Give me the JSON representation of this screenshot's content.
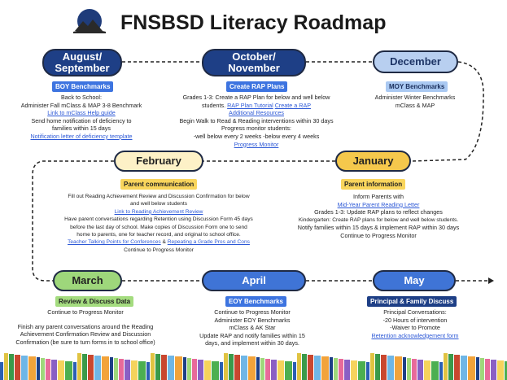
{
  "header": {
    "title": "FNSBSD Literacy Roadmap"
  },
  "row1": {
    "aug": {
      "label_line1": "August/",
      "label_line2": "September",
      "tag": "BOY Benchmarks",
      "lines": [
        {
          "t": "Back to School:"
        },
        {
          "t": "Administer Fall mClass & MAP 3-8 Benchmark"
        },
        {
          "t": "Link to mClass Help guide",
          "link": true
        },
        {
          "t": "Send home notification of deficiency to"
        },
        {
          "t": "families within 15 days"
        },
        {
          "t": "Notification letter of deficiency template",
          "link": true
        }
      ]
    },
    "oct": {
      "label_line1": "October/",
      "label_line2": "November",
      "tag": "Create RAP Plans",
      "l1": "Grades 1-3: Create a RAP Plan for below and well below",
      "l2_text": "students.",
      "l2_link1": "RAP Plan Tutorial",
      "l2_link2": "Create a RAP",
      "l3_link": "Additional Resources",
      "l4": "Begin Walk to Read & Reading interventions within 30 days",
      "l5": "Progress monitor students:",
      "l6": "-well below every 2 weeks -below every 4 weeks",
      "l7_link": "Progress Monitor"
    },
    "dec": {
      "label": "December",
      "tag": "MOY Benchmarks",
      "lines": [
        {
          "t": "Administer Winter Benchmarks"
        },
        {
          "t": "mClass & MAP"
        }
      ]
    }
  },
  "row2": {
    "feb": {
      "label": "February",
      "tag": "Parent communication",
      "l1": "Fill out Reading Achievement Review and Discussion Confirmation for below",
      "l2": "and well below students",
      "l3_link": "Link to Reading Achievement Review",
      "l4": "Have parent conversations regarding Retention using Discussion Form 45 days",
      "l5": "before the last day of school. Make copies of Discussion Form one to send",
      "l6": "home to parents, one for teacher record, and original to school office.",
      "l7_link1": "Teacher Talking Points for Conferences",
      "l7_amp": "&",
      "l7_link2": "Repeating a Grade Pros and Cons",
      "l8": "Continue to Progress Monitor"
    },
    "jan": {
      "label": "January",
      "tag": "Parent information",
      "lines": [
        {
          "t": "Inform Parents with"
        },
        {
          "t": "Mid-Year Parent Reading Letter",
          "link": true
        },
        {
          "t": "Grades 1-3: Update RAP plans to reflect changes"
        },
        {
          "t": "Kindergarten: Create RAP plans for below and well below students."
        },
        {
          "t": "Notify families within 15 days & implement RAP within 30 days"
        },
        {
          "t": "Continue to Progress Monitor"
        }
      ]
    }
  },
  "row3": {
    "mar": {
      "label": "March",
      "tag": "Review & Discuss Data",
      "l1": "Continue to Progress Monitor",
      "lines": [
        {
          "t": "Finish any parent conversations around the Reading"
        },
        {
          "t": "Achievement Confirmation Review and Discussion"
        },
        {
          "t": "Confirmation (be sure to turn forms in to school office)"
        }
      ]
    },
    "apr": {
      "label": "April",
      "tag": "EOY Benchmarks",
      "lines": [
        {
          "t": "Continue to Progress Monitor"
        },
        {
          "t": "Administer EOY Benchmarks"
        },
        {
          "t": "mClass & AK Star"
        },
        {
          "t": "Update RAP and notify families within 15"
        },
        {
          "t": "days, and implement within 30 days."
        }
      ]
    },
    "may": {
      "label": "May",
      "tag": "Principal & Family Discuss",
      "lines": [
        {
          "t": "Principal Conversations:"
        },
        {
          "t": "-20 Hours of intervention"
        },
        {
          "t": "-Waiver to Promote"
        },
        {
          "t": "Retention acknowledgement form",
          "link": true
        }
      ]
    }
  },
  "colors": {
    "navy": "#1e3f86",
    "link": "#2c58d6",
    "cream": "#fdf1c7",
    "yellow": "#f5c84c",
    "green": "#9ed77b",
    "blue": "#3f74d6"
  }
}
